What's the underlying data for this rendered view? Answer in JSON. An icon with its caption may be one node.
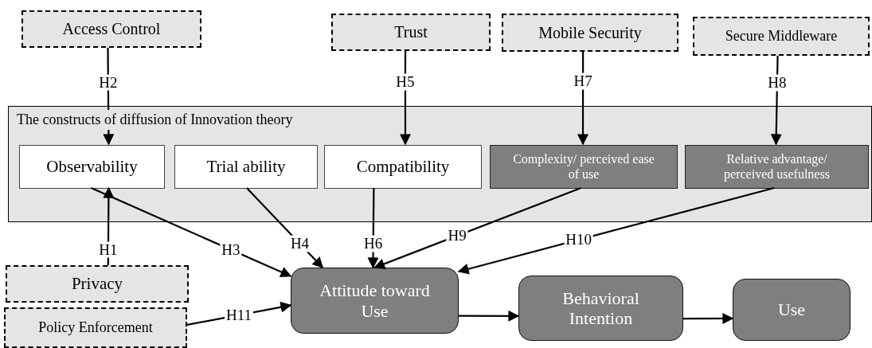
{
  "diagram": {
    "nodes": [
      {
        "text": [
          "Access Control"
        ]
      },
      {
        "text": [
          "Trust"
        ]
      },
      {
        "text": [
          "Mobile Security"
        ]
      },
      {
        "text": [
          "Secure Middleware"
        ]
      },
      {
        "text": [
          "The constructs of diffusion of Innovation theory"
        ]
      },
      {
        "text": [
          "Observability"
        ],
        "in": 4
      },
      {
        "text": [
          "Trial ability"
        ],
        "in": 4
      },
      {
        "text": [
          "Compatibility"
        ],
        "in": 4
      },
      {
        "text": [
          "Complexity/ perceived ease of use"
        ],
        "in": 4
      },
      {
        "text": [
          "Relative advantage/ perceived usefulness"
        ],
        "in": 4
      },
      {
        "text": [
          "Privacy"
        ]
      },
      {
        "text": [
          "Policy Enforcement"
        ]
      },
      {
        "text": [
          "Attitude toward Use"
        ]
      },
      {
        "text": [
          "Behavioral Intention"
        ]
      },
      {
        "text": [
          "Use"
        ]
      }
    ],
    "edges": [
      {
        "from": 10,
        "to": 5,
        "arrow": "to",
        "label": "H1"
      },
      {
        "from": 0,
        "to": 5,
        "arrow": "to",
        "label": "H2"
      },
      {
        "from": 5,
        "to": 12,
        "arrow": "to",
        "label": "H3"
      },
      {
        "from": 6,
        "to": 12,
        "arrow": "to",
        "label": "H4"
      },
      {
        "from": 1,
        "to": 7,
        "arrow": "to",
        "label": "H5"
      },
      {
        "from": 7,
        "to": 12,
        "arrow": "to",
        "label": "H6"
      },
      {
        "from": 2,
        "to": 8,
        "arrow": "to",
        "label": "H7"
      },
      {
        "from": 3,
        "to": 9,
        "arrow": "to",
        "label": "H8"
      },
      {
        "from": 8,
        "to": 12,
        "arrow": "to",
        "label": "H9"
      },
      {
        "from": 9,
        "to": 12,
        "arrow": "to",
        "label": "H10"
      },
      {
        "from": 11,
        "to": 12,
        "arrow": "to",
        "label": "H11"
      },
      {
        "from": 12,
        "to": 13,
        "arrow": "to"
      },
      {
        "from": 13,
        "to": 14,
        "arrow": "to"
      }
    ]
  }
}
